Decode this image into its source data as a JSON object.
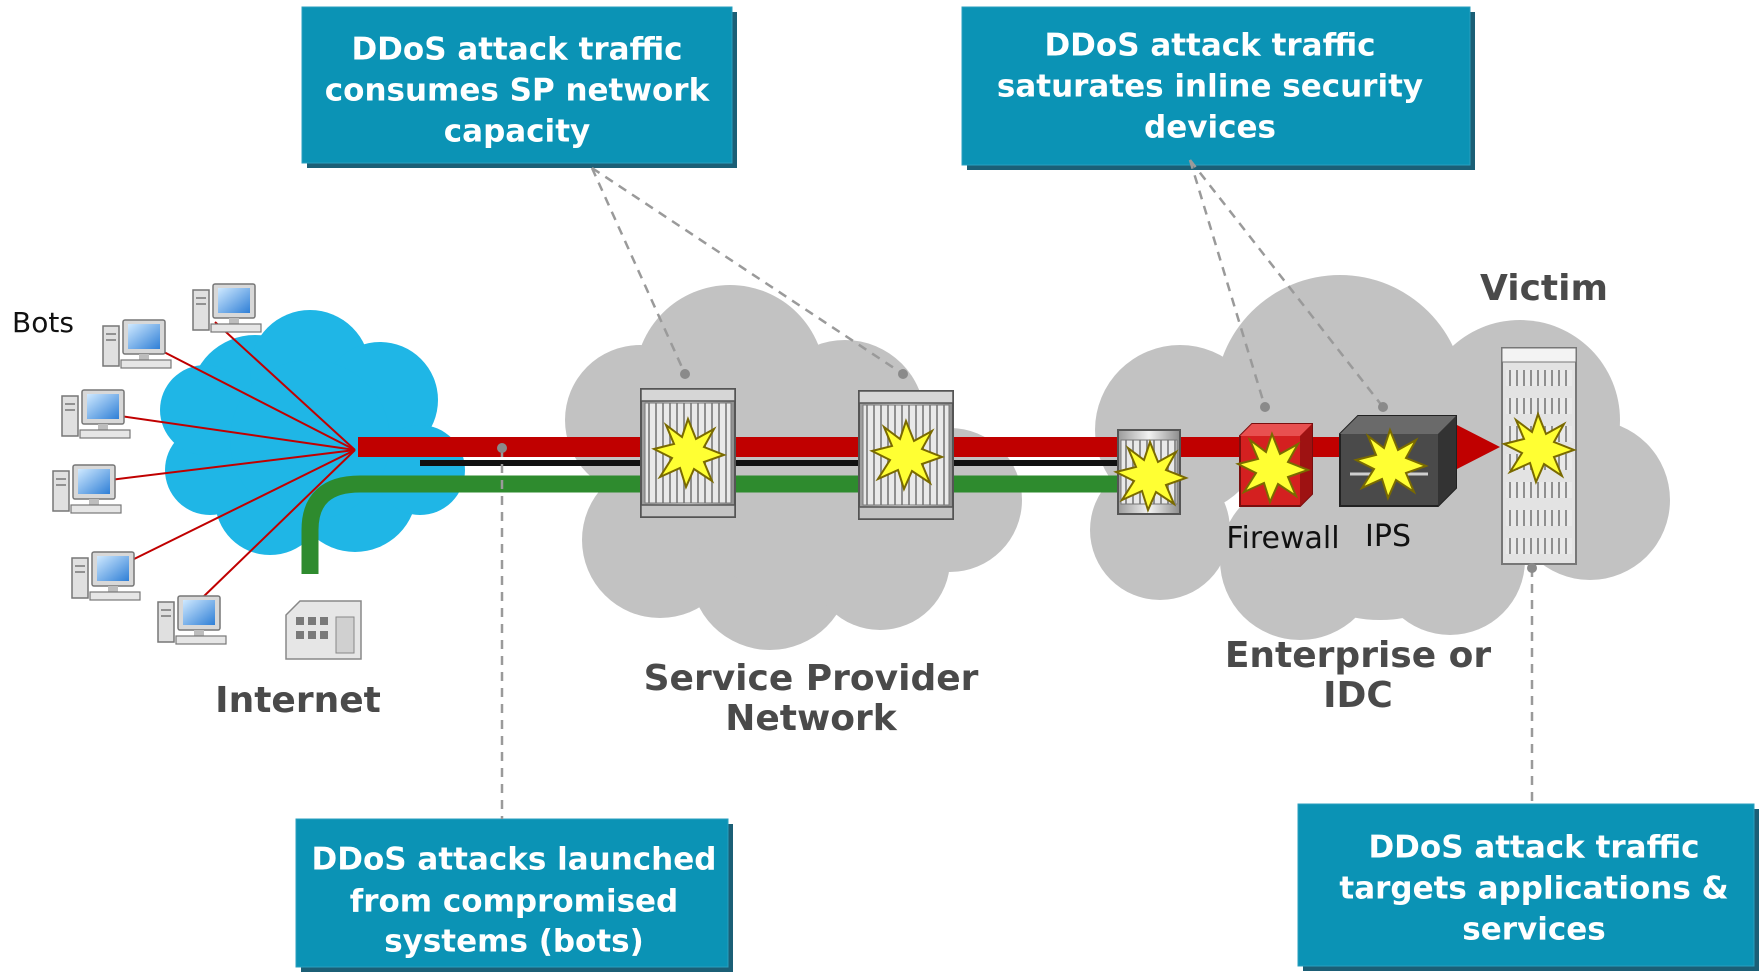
{
  "callouts": {
    "sp_capacity": [
      "DDoS attack traffic",
      "consumes SP network",
      "capacity"
    ],
    "inline_devices": [
      "DDoS attack traffic",
      "saturates  inline security",
      "devices"
    ],
    "bots_launch": [
      "DDoS attacks launched",
      "from compromised",
      "systems (bots)"
    ],
    "targets_apps": [
      "DDoS attack traffic",
      "targets applications &",
      "services"
    ]
  },
  "labels": {
    "bots": "Bots",
    "internet": "Internet",
    "sp_network": [
      "Service Provider",
      "Network"
    ],
    "enterprise": [
      "Enterprise or",
      "IDC"
    ],
    "victim": "Victim",
    "firewall": "Firewall",
    "ips": "IPS"
  },
  "colors": {
    "callout_fill": "#0b93b5",
    "callout_shadow": "#1b5f76",
    "internet_cloud": "#1fb6e6",
    "gray_cloud": "#c2c2c2",
    "attack_path": "#c00000",
    "legit_path": "#2e8b2e",
    "firewall": "#d42020",
    "ips": "#4a4a4a",
    "burst": "#ffff33"
  },
  "icons": [
    "computer-icon",
    "building-icon",
    "router-icon",
    "firewall-icon",
    "ips-icon",
    "server-rack-icon",
    "explosion-icon"
  ]
}
